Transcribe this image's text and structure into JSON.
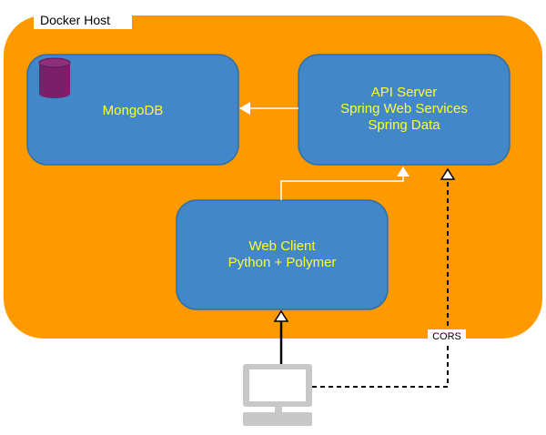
{
  "host": {
    "label": "Docker Host"
  },
  "nodes": {
    "mongodb": {
      "lines": [
        "MongoDB"
      ],
      "icon": "database-icon"
    },
    "api_server": {
      "lines": [
        "API Server",
        "Spring Web Services",
        "Spring Data"
      ]
    },
    "web_client": {
      "lines": [
        "Web Client",
        "Python + Polymer"
      ]
    },
    "computer": {
      "icon": "computer-icon"
    }
  },
  "edges": {
    "cors_label": "CORS"
  },
  "colors": {
    "host_fill": "#ff9900",
    "box_fill": "#4287c8",
    "box_stroke": "#2e6fa8",
    "box_text": "#ffff33",
    "db_icon": "#7b1f6a",
    "computer_icon": "#c8c8c8",
    "edge_white": "#ffffff",
    "edge_black": "#000000"
  }
}
